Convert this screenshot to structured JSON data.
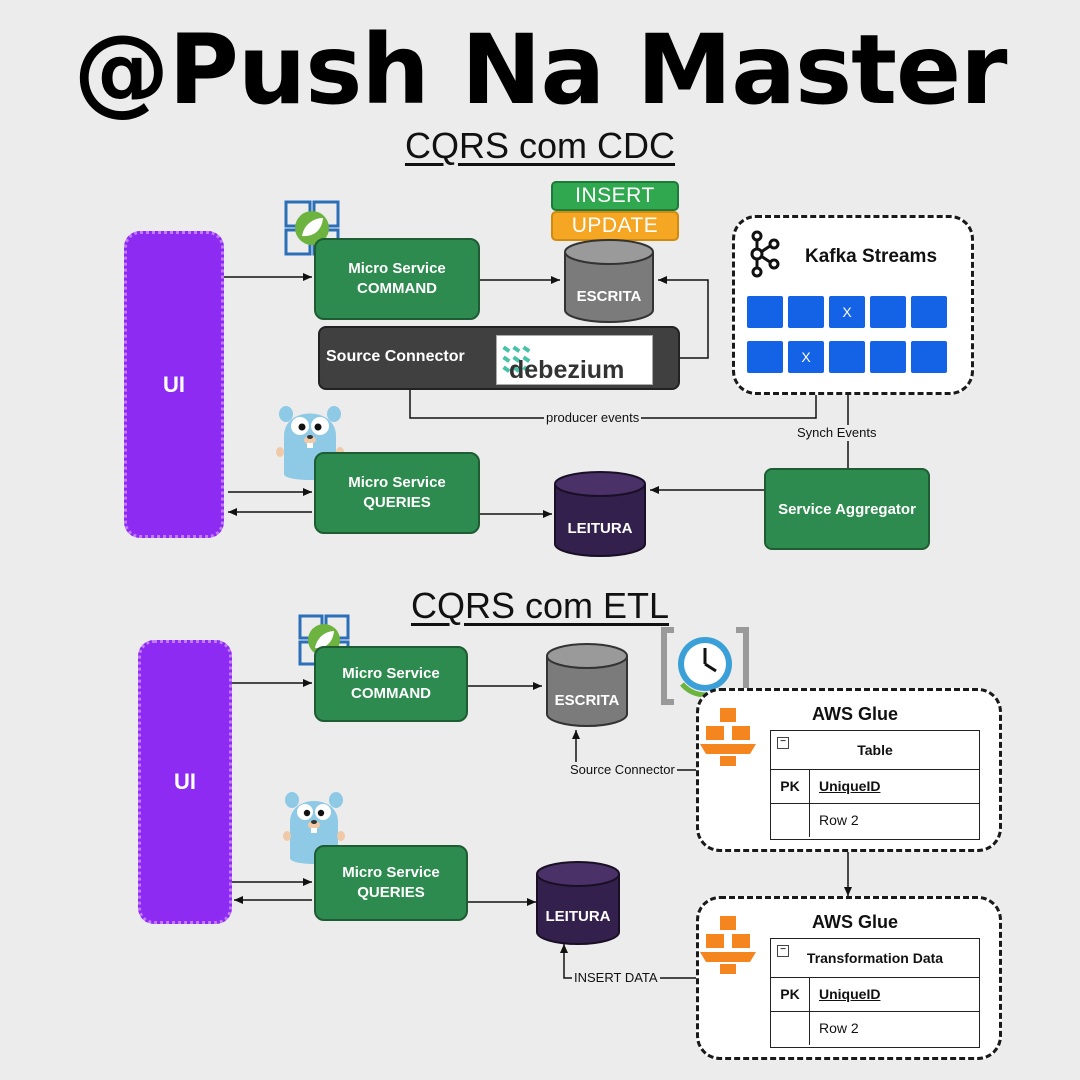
{
  "header": {
    "title": "@Push Na Master"
  },
  "cdc": {
    "section_title": "CQRS com CDC",
    "ui_label": "UI",
    "command": {
      "line1": "Micro Service",
      "line2": "COMMAND"
    },
    "queries": {
      "line1": "Micro Service",
      "line2": "QUERIES"
    },
    "write_db": "ESCRITA",
    "read_db": "LEITURA",
    "badges": {
      "insert": "INSERT",
      "update": "UPDATE"
    },
    "source_connector": "Source Connector",
    "debezium": "debezium",
    "kafka": {
      "title": "Kafka Streams",
      "row1": [
        "",
        "",
        "X",
        "",
        ""
      ],
      "row2": [
        "",
        "X",
        "",
        "",
        ""
      ]
    },
    "edges": {
      "producer_events": "producer events",
      "synch_events": "Synch Events"
    },
    "aggregator": "Service Aggregator",
    "colors": {
      "ui": "#8e2bf2",
      "service": "#2e8b4f",
      "kafka_cell": "#1463e6",
      "insert": "#2fa84f",
      "update": "#f5a623"
    }
  },
  "etl": {
    "section_title": "CQRS com ETL",
    "ui_label": "UI",
    "command": {
      "line1": "Micro Service",
      "line2": "COMMAND"
    },
    "queries": {
      "line1": "Micro Service",
      "line2": "QUERIES"
    },
    "write_db": "ESCRITA",
    "read_db": "LEITURA",
    "edges": {
      "source_connector": "Source Connector",
      "insert_data": "INSERT  DATA"
    },
    "glue1": {
      "title": "AWS Glue",
      "table_header": "Table",
      "pk": "PK",
      "row1": "UniqueID",
      "row2": "Row 2"
    },
    "glue2": {
      "title": "AWS Glue",
      "table_header": "Transformation Data",
      "pk": "PK",
      "row1": "UniqueID",
      "row2": "Row 2"
    },
    "icons": [
      "spring-icon",
      "gopher-icon",
      "clock-icon",
      "aws-glue-icon"
    ]
  }
}
